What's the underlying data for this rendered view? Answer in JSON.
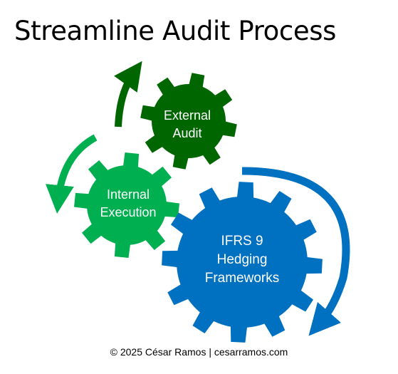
{
  "title": "Streamline Audit Process",
  "gears": {
    "external": {
      "line1": "External",
      "line2": "Audit",
      "color": "#006600"
    },
    "internal": {
      "line1": "Internal",
      "line2": "Execution",
      "color": "#00B050"
    },
    "ifrs": {
      "line1": "IFRS 9",
      "line2": "Hedging",
      "line3": "Frameworks",
      "color": "#0070C0"
    }
  },
  "arrows": {
    "dark_green": "#006600",
    "green": "#00B050",
    "blue": "#0070C0"
  },
  "footer": "© 2025  César Ramos | cesarramos.com"
}
